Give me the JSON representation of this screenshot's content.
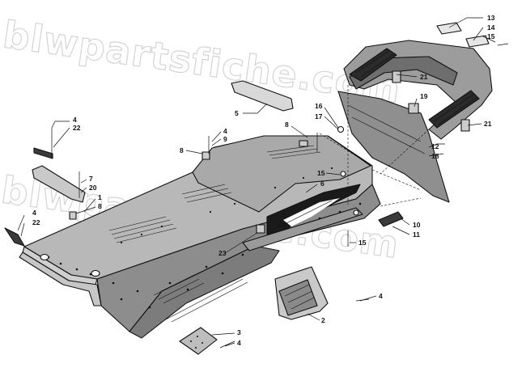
{
  "watermark": "blwpartsfiche.com",
  "callouts": [
    {
      "id": "c-13a",
      "text": "13"
    },
    {
      "id": "c-14",
      "text": "14"
    },
    {
      "id": "c-15a",
      "text": "15"
    },
    {
      "id": "c-21a",
      "text": "21"
    },
    {
      "id": "c-5",
      "text": "5"
    },
    {
      "id": "c-16",
      "text": "16"
    },
    {
      "id": "c-17",
      "text": "17"
    },
    {
      "id": "c-19",
      "text": "19"
    },
    {
      "id": "c-21b",
      "text": "21"
    },
    {
      "id": "c-4a",
      "text": "4"
    },
    {
      "id": "c-22a",
      "text": "22"
    },
    {
      "id": "c-8a",
      "text": "8"
    },
    {
      "id": "c-4b",
      "text": "4"
    },
    {
      "id": "c-9",
      "text": "9"
    },
    {
      "id": "c-8b",
      "text": "8"
    },
    {
      "id": "c-12",
      "text": "12"
    },
    {
      "id": "c-18",
      "text": "18"
    },
    {
      "id": "c-7",
      "text": "7"
    },
    {
      "id": "c-20",
      "text": "20"
    },
    {
      "id": "c-15b",
      "text": "15"
    },
    {
      "id": "c-6",
      "text": "6"
    },
    {
      "id": "c-1",
      "text": "1"
    },
    {
      "id": "c-8c",
      "text": "8"
    },
    {
      "id": "c-4c",
      "text": "4"
    },
    {
      "id": "c-22b",
      "text": "22"
    },
    {
      "id": "c-10",
      "text": "10"
    },
    {
      "id": "c-11",
      "text": "11"
    },
    {
      "id": "c-15c",
      "text": "15"
    },
    {
      "id": "c-23",
      "text": "23"
    },
    {
      "id": "c-4d",
      "text": "4"
    },
    {
      "id": "c-2",
      "text": "2"
    },
    {
      "id": "c-3",
      "text": "3"
    },
    {
      "id": "c-4e",
      "text": "4"
    }
  ]
}
